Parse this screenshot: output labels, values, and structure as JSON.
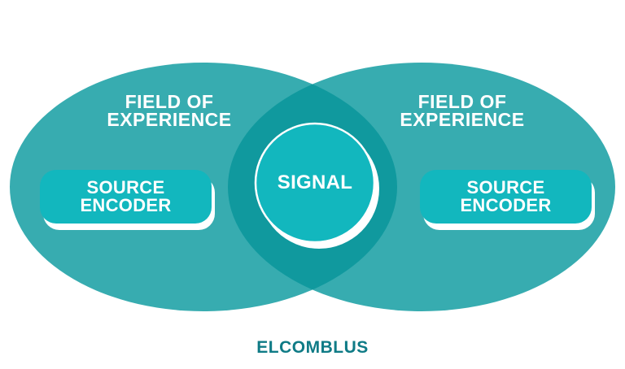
{
  "colors": {
    "background": "#FFFFFF",
    "ellipse": "#37ACB0",
    "overlap": "#10999E",
    "shape": "#12B7BE",
    "shape_outline": "#FFFFFF",
    "label_text": "#FFFFFF",
    "brand_text": "#0F7B86"
  },
  "diagram": {
    "type": "venn",
    "left_field_label": "FIELD OF\nEXPERIENCE",
    "right_field_label": "FIELD OF\nEXPERIENCE",
    "left_encoder_label": "SOURCE\nENCODER",
    "right_encoder_label": "SOURCE\nENCODER",
    "signal_label": "SIGNAL",
    "brand_label": "ELCOMBLUS"
  }
}
